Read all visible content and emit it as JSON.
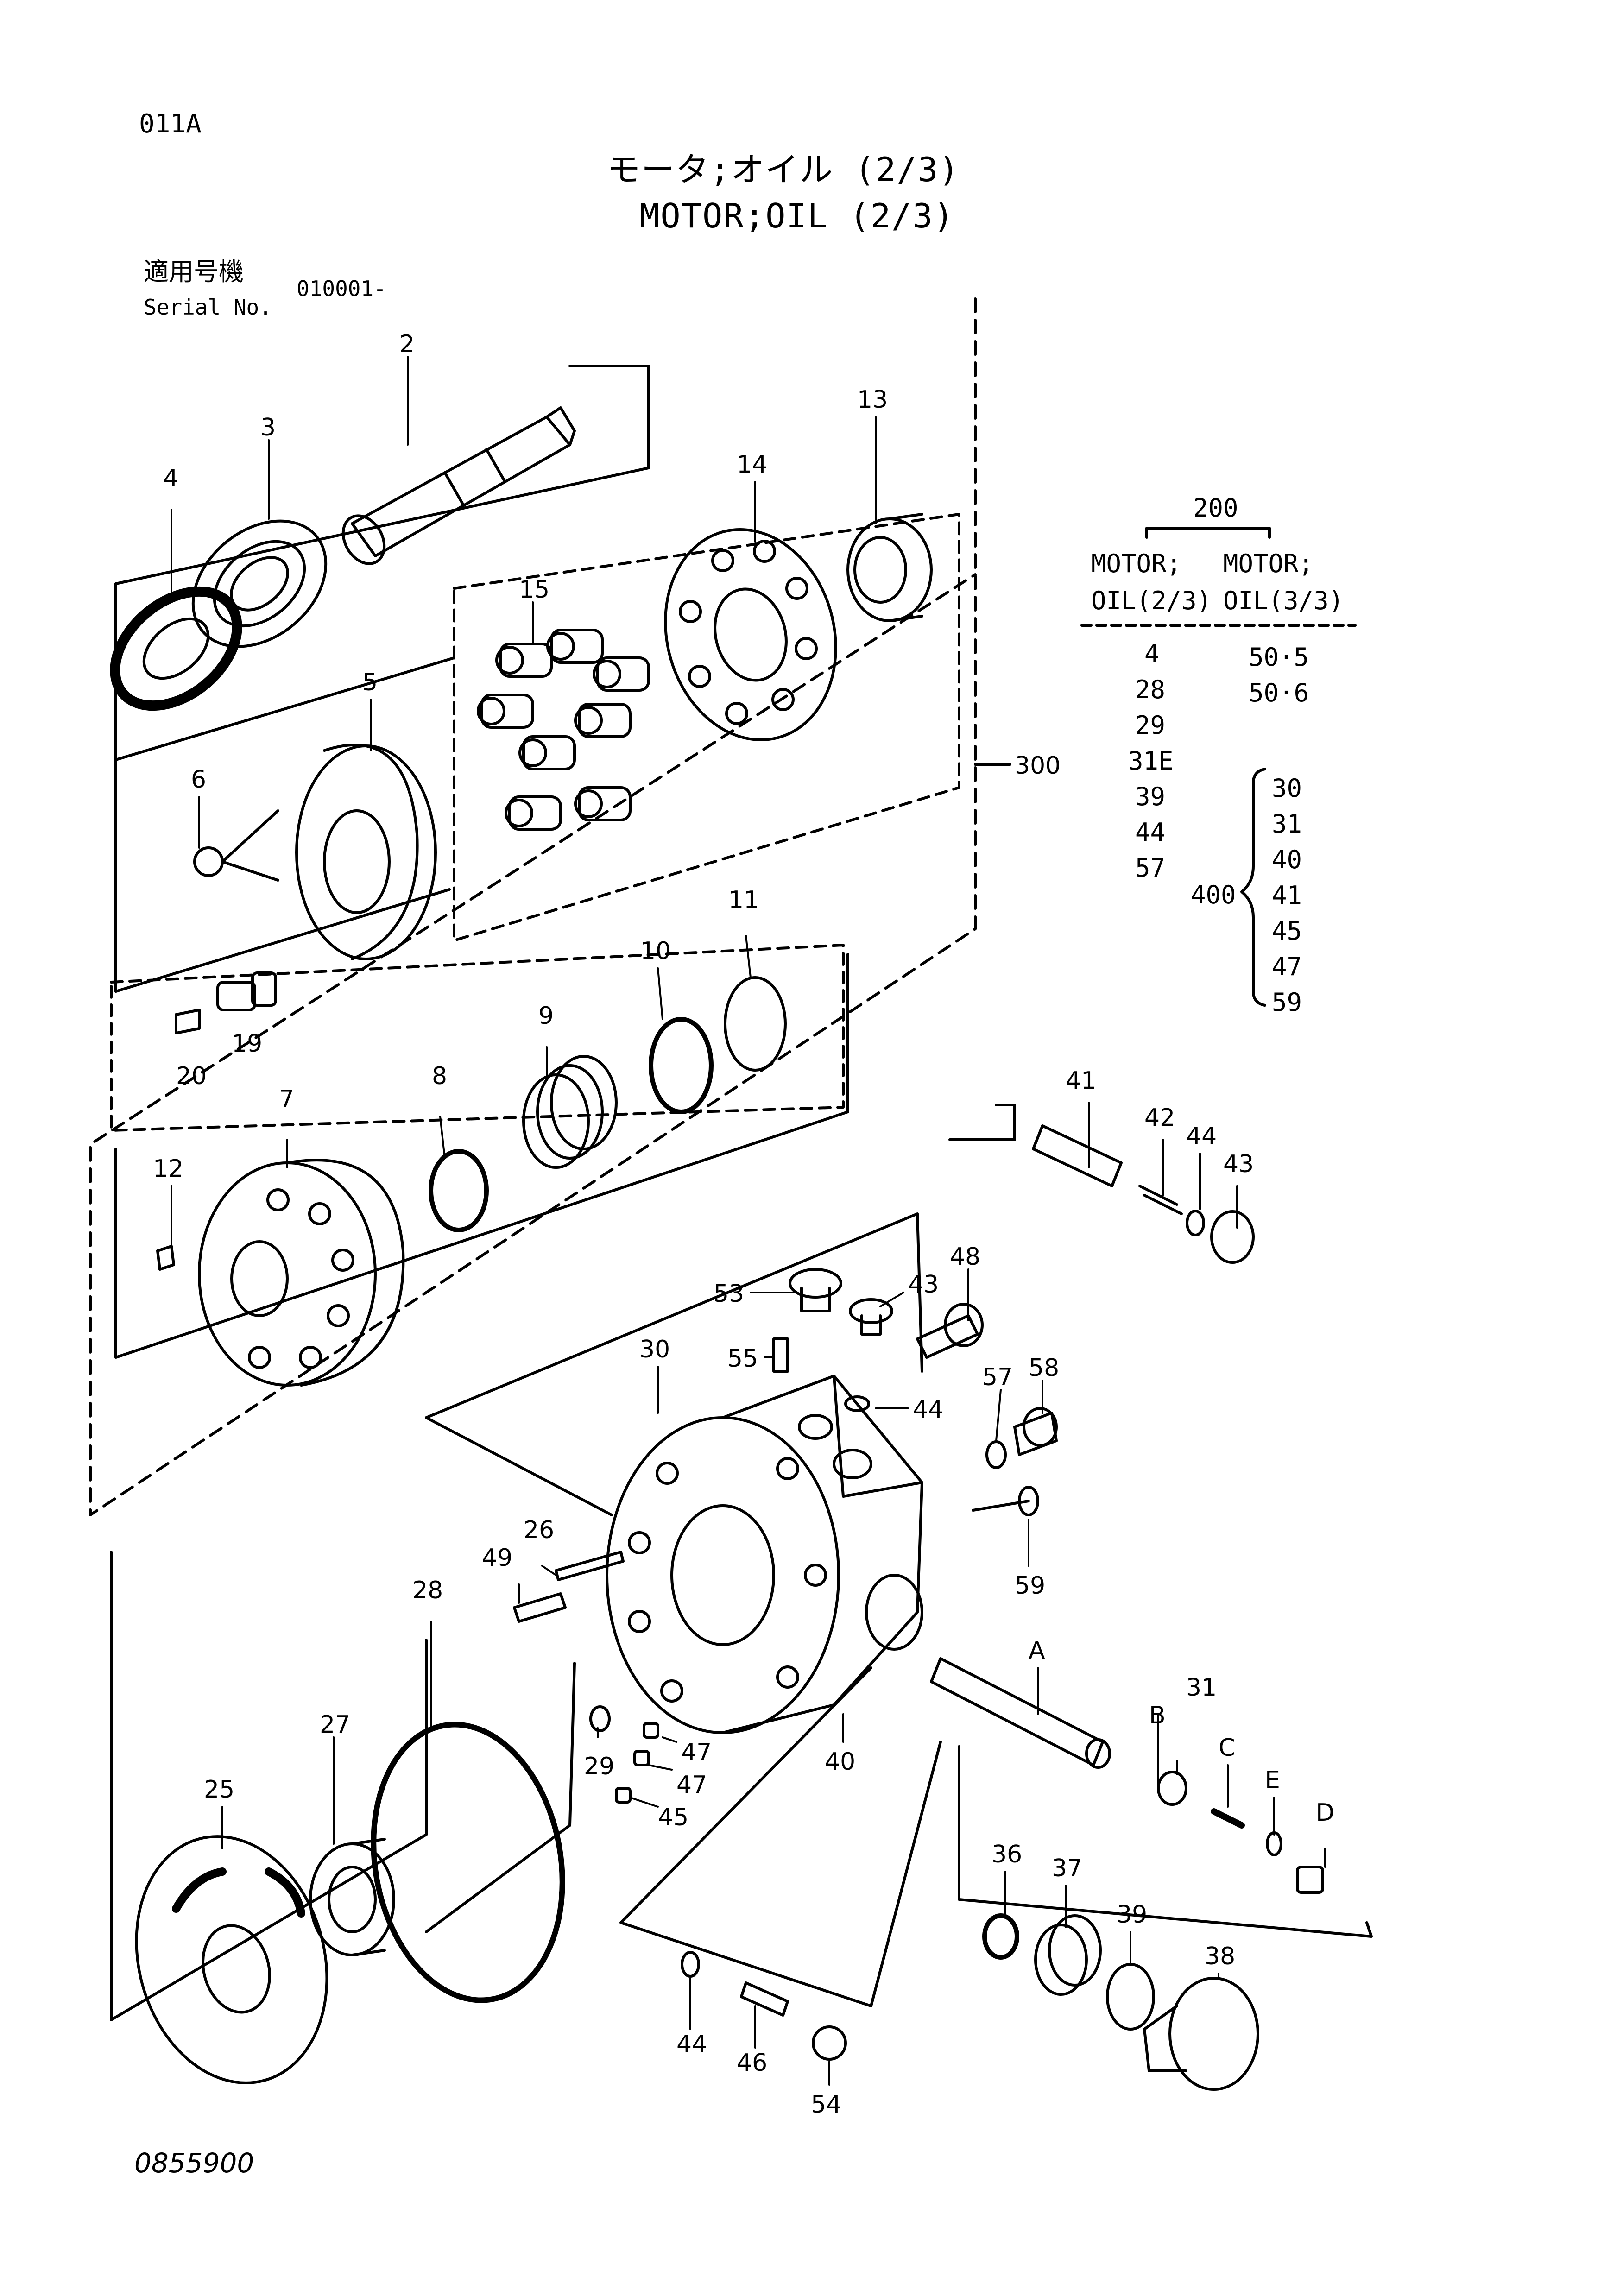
{
  "header": {
    "page_code": "011A",
    "title_jp": "モータ;オイル (2/3)",
    "title_en": "MOTOR;OIL (2/3)",
    "serial_label_jp": "適用号機",
    "serial_label_en": "Serial No.",
    "serial_value": "010001-"
  },
  "callouts": [
    "2",
    "3",
    "4",
    "5",
    "6",
    "7",
    "8",
    "9",
    "10",
    "11",
    "12",
    "13",
    "14",
    "15",
    "19",
    "20",
    "25",
    "26",
    "27",
    "28",
    "29",
    "30",
    "31",
    "36",
    "37",
    "38",
    "39",
    "40",
    "41",
    "42",
    "43",
    "43",
    "44",
    "44",
    "44",
    "45",
    "46",
    "47",
    "47",
    "48",
    "49",
    "53",
    "54",
    "55",
    "57",
    "58",
    "59",
    "300",
    "A",
    "B",
    "C",
    "D",
    "E"
  ],
  "kit_table": {
    "group": "200",
    "col1_header": [
      "MOTOR;",
      "OIL(2/3)"
    ],
    "col2_header": [
      "MOTOR;",
      "OIL(3/3)"
    ],
    "col1_items": [
      "4",
      "28",
      "29",
      "31E",
      "39",
      "44",
      "57"
    ],
    "col2_items": [
      "50·5",
      "50·6"
    ],
    "sub_group": "400",
    "sub_items": [
      "30",
      "31",
      "40",
      "41",
      "45",
      "47",
      "59"
    ]
  },
  "footer": {
    "drawing_no": "0855900"
  }
}
